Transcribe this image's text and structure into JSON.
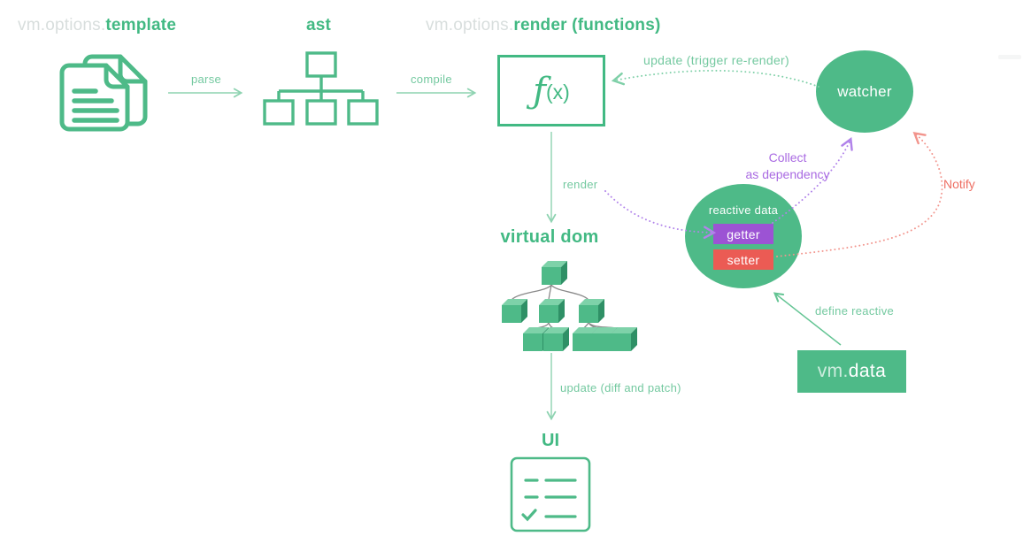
{
  "diagram": {
    "titles": {
      "template": {
        "prefix": "vm.options.",
        "main": "template"
      },
      "ast": "ast",
      "render": {
        "prefix": "vm.options.",
        "main": "render (functions)"
      }
    },
    "fx": {
      "f": "ƒ",
      "rest": "(x)"
    },
    "labels": {
      "parse": "parse",
      "compile": "compile",
      "render": "render",
      "update_rerender": "update (trigger re-render)",
      "collect_line1": "Collect",
      "collect_line2": "as dependency",
      "notify": "Notify",
      "define_reactive": "define reactive",
      "virtual_dom": "virtual dom",
      "update_diff": "update (diff and patch)",
      "ui": "UI"
    },
    "nodes": {
      "watcher": "watcher",
      "reactive_data": "reactive data",
      "getter": "getter",
      "setter": "setter",
      "vm_data": {
        "prefix": "vm.",
        "main": "data"
      }
    },
    "colors": {
      "green_accent": "#42b983",
      "green_fill": "#4eba88",
      "green_label": "#74c9a0",
      "purple_text": "#a96ae2",
      "purple_fill": "#9c53d4",
      "red_text": "#ee6f63",
      "red_fill": "#eb5b54",
      "prefix_gray": "#d8dedd"
    }
  }
}
